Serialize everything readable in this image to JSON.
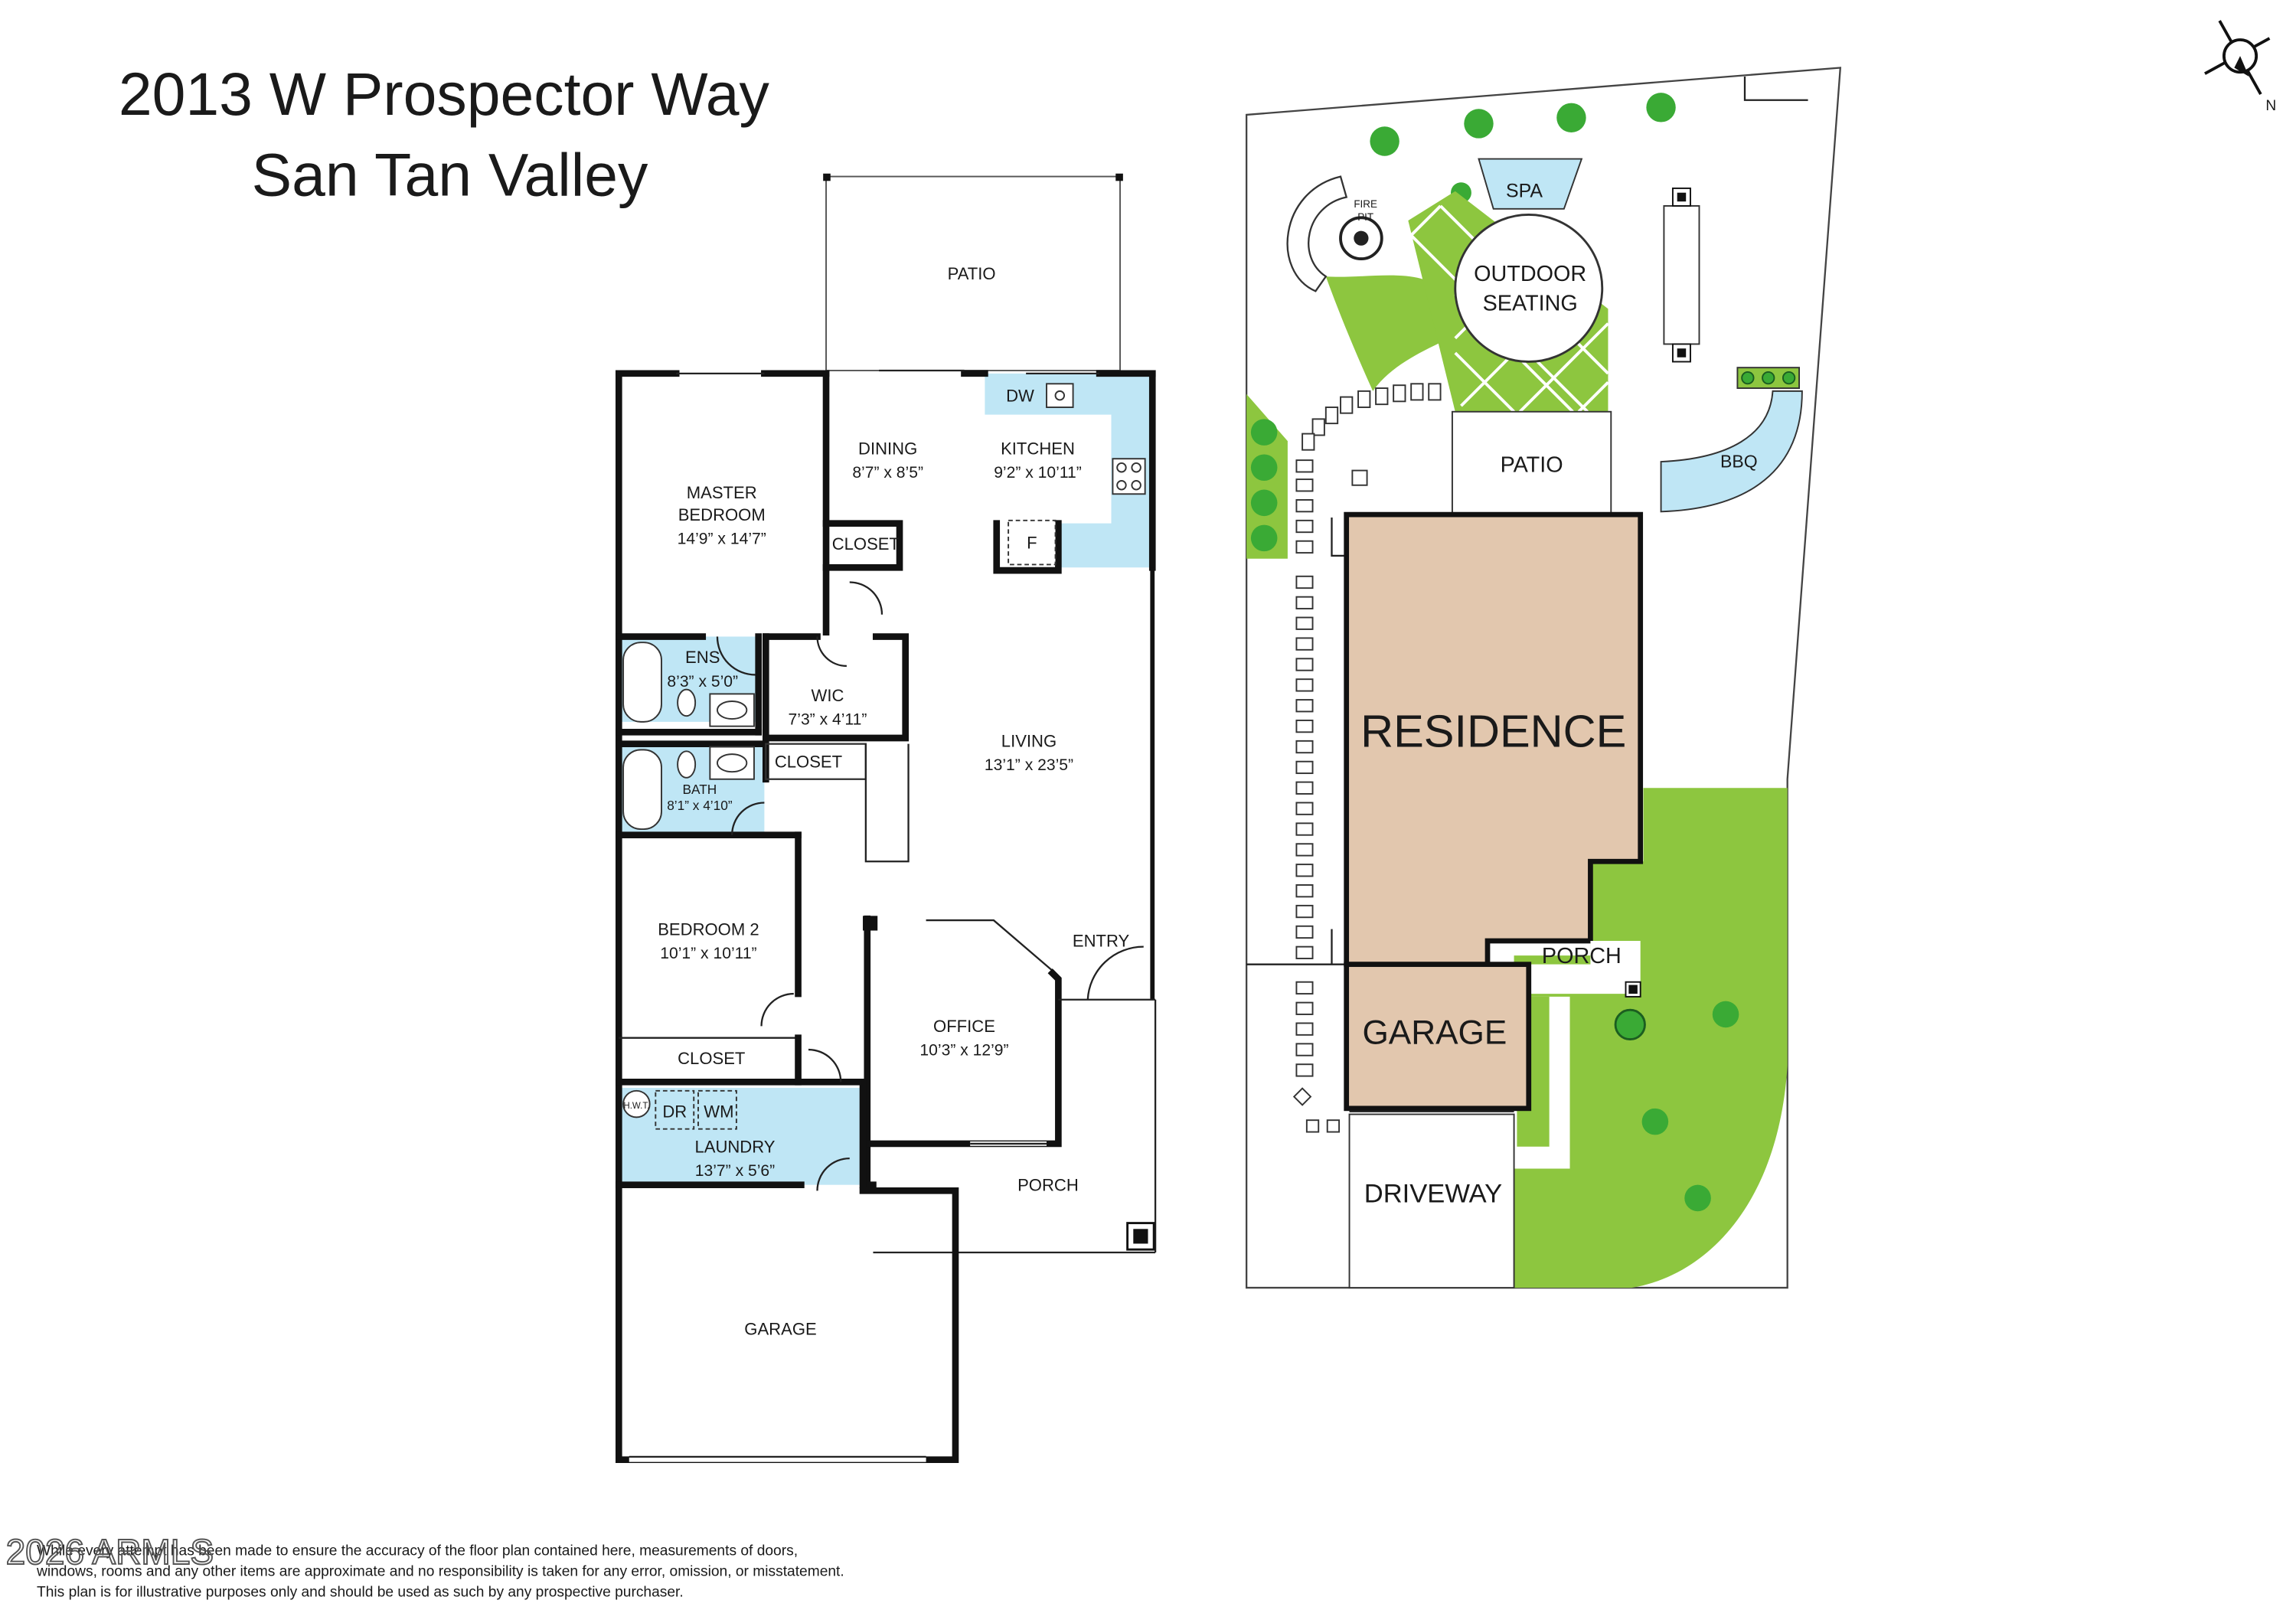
{
  "title": {
    "line1": "2013 W Prospector Way",
    "line2": "San Tan Valley"
  },
  "floor_plan": {
    "patio": "PATIO",
    "dining": {
      "name": "DINING",
      "dims": "8’7” x 8’5”"
    },
    "kitchen": {
      "name": "KITCHEN",
      "dims": "9’2” x 10’11”"
    },
    "dw": "DW",
    "fridge": "F",
    "master": {
      "name1": "MASTER",
      "name2": "BEDROOM",
      "dims": "14’9” x 14’7”"
    },
    "closet_dining": "CLOSET",
    "ens": {
      "name": "ENS",
      "dims": "8’3” x 5’0”"
    },
    "wic": {
      "name": "WIC",
      "dims": "7’3” x 4’11”"
    },
    "living": {
      "name": "LIVING",
      "dims": "13’1” x 23’5”"
    },
    "closet_hall": "CLOSET",
    "bath": {
      "name": "BATH",
      "dims": "8’1” x 4’10”"
    },
    "bedroom2": {
      "name": "BEDROOM 2",
      "dims": "10’1” x 10’11”"
    },
    "entry": "ENTRY",
    "office": {
      "name": "OFFICE",
      "dims": "10’3” x 12’9”"
    },
    "closet_bed2": "CLOSET",
    "hwt": "H.W.T.",
    "dr": "DR",
    "wm": "WM",
    "laundry": {
      "name": "LAUNDRY",
      "dims": "13’7” x 5’6”"
    },
    "porch": "PORCH",
    "garage": "GARAGE"
  },
  "site_plan": {
    "fire_pit1": "FIRE",
    "fire_pit2": "PIT",
    "spa": "SPA",
    "outdoor_seating1": "OUTDOOR",
    "outdoor_seating2": "SEATING",
    "patio": "PATIO",
    "bbq": "BBQ",
    "residence": "RESIDENCE",
    "porch": "PORCH",
    "garage": "GARAGE",
    "driveway": "DRIVEWAY",
    "north": "N"
  },
  "watermark": "2026 ARMLS",
  "disclaimer": {
    "line1": "While every attempt has been made to ensure the accuracy of the floor plan contained here, measurements of doors,",
    "line2": "windows, rooms and any other items are approximate and no responsibility is taken for any error, omission, or misstatement.",
    "line3": "This plan is for illustrative purposes only and should be used as such by any prospective purchaser."
  },
  "colors": {
    "wet_room": "#bfe6f5",
    "residence": "#e2c7ae",
    "lawn": "#8dc63f",
    "tree": "#3aaa35"
  }
}
